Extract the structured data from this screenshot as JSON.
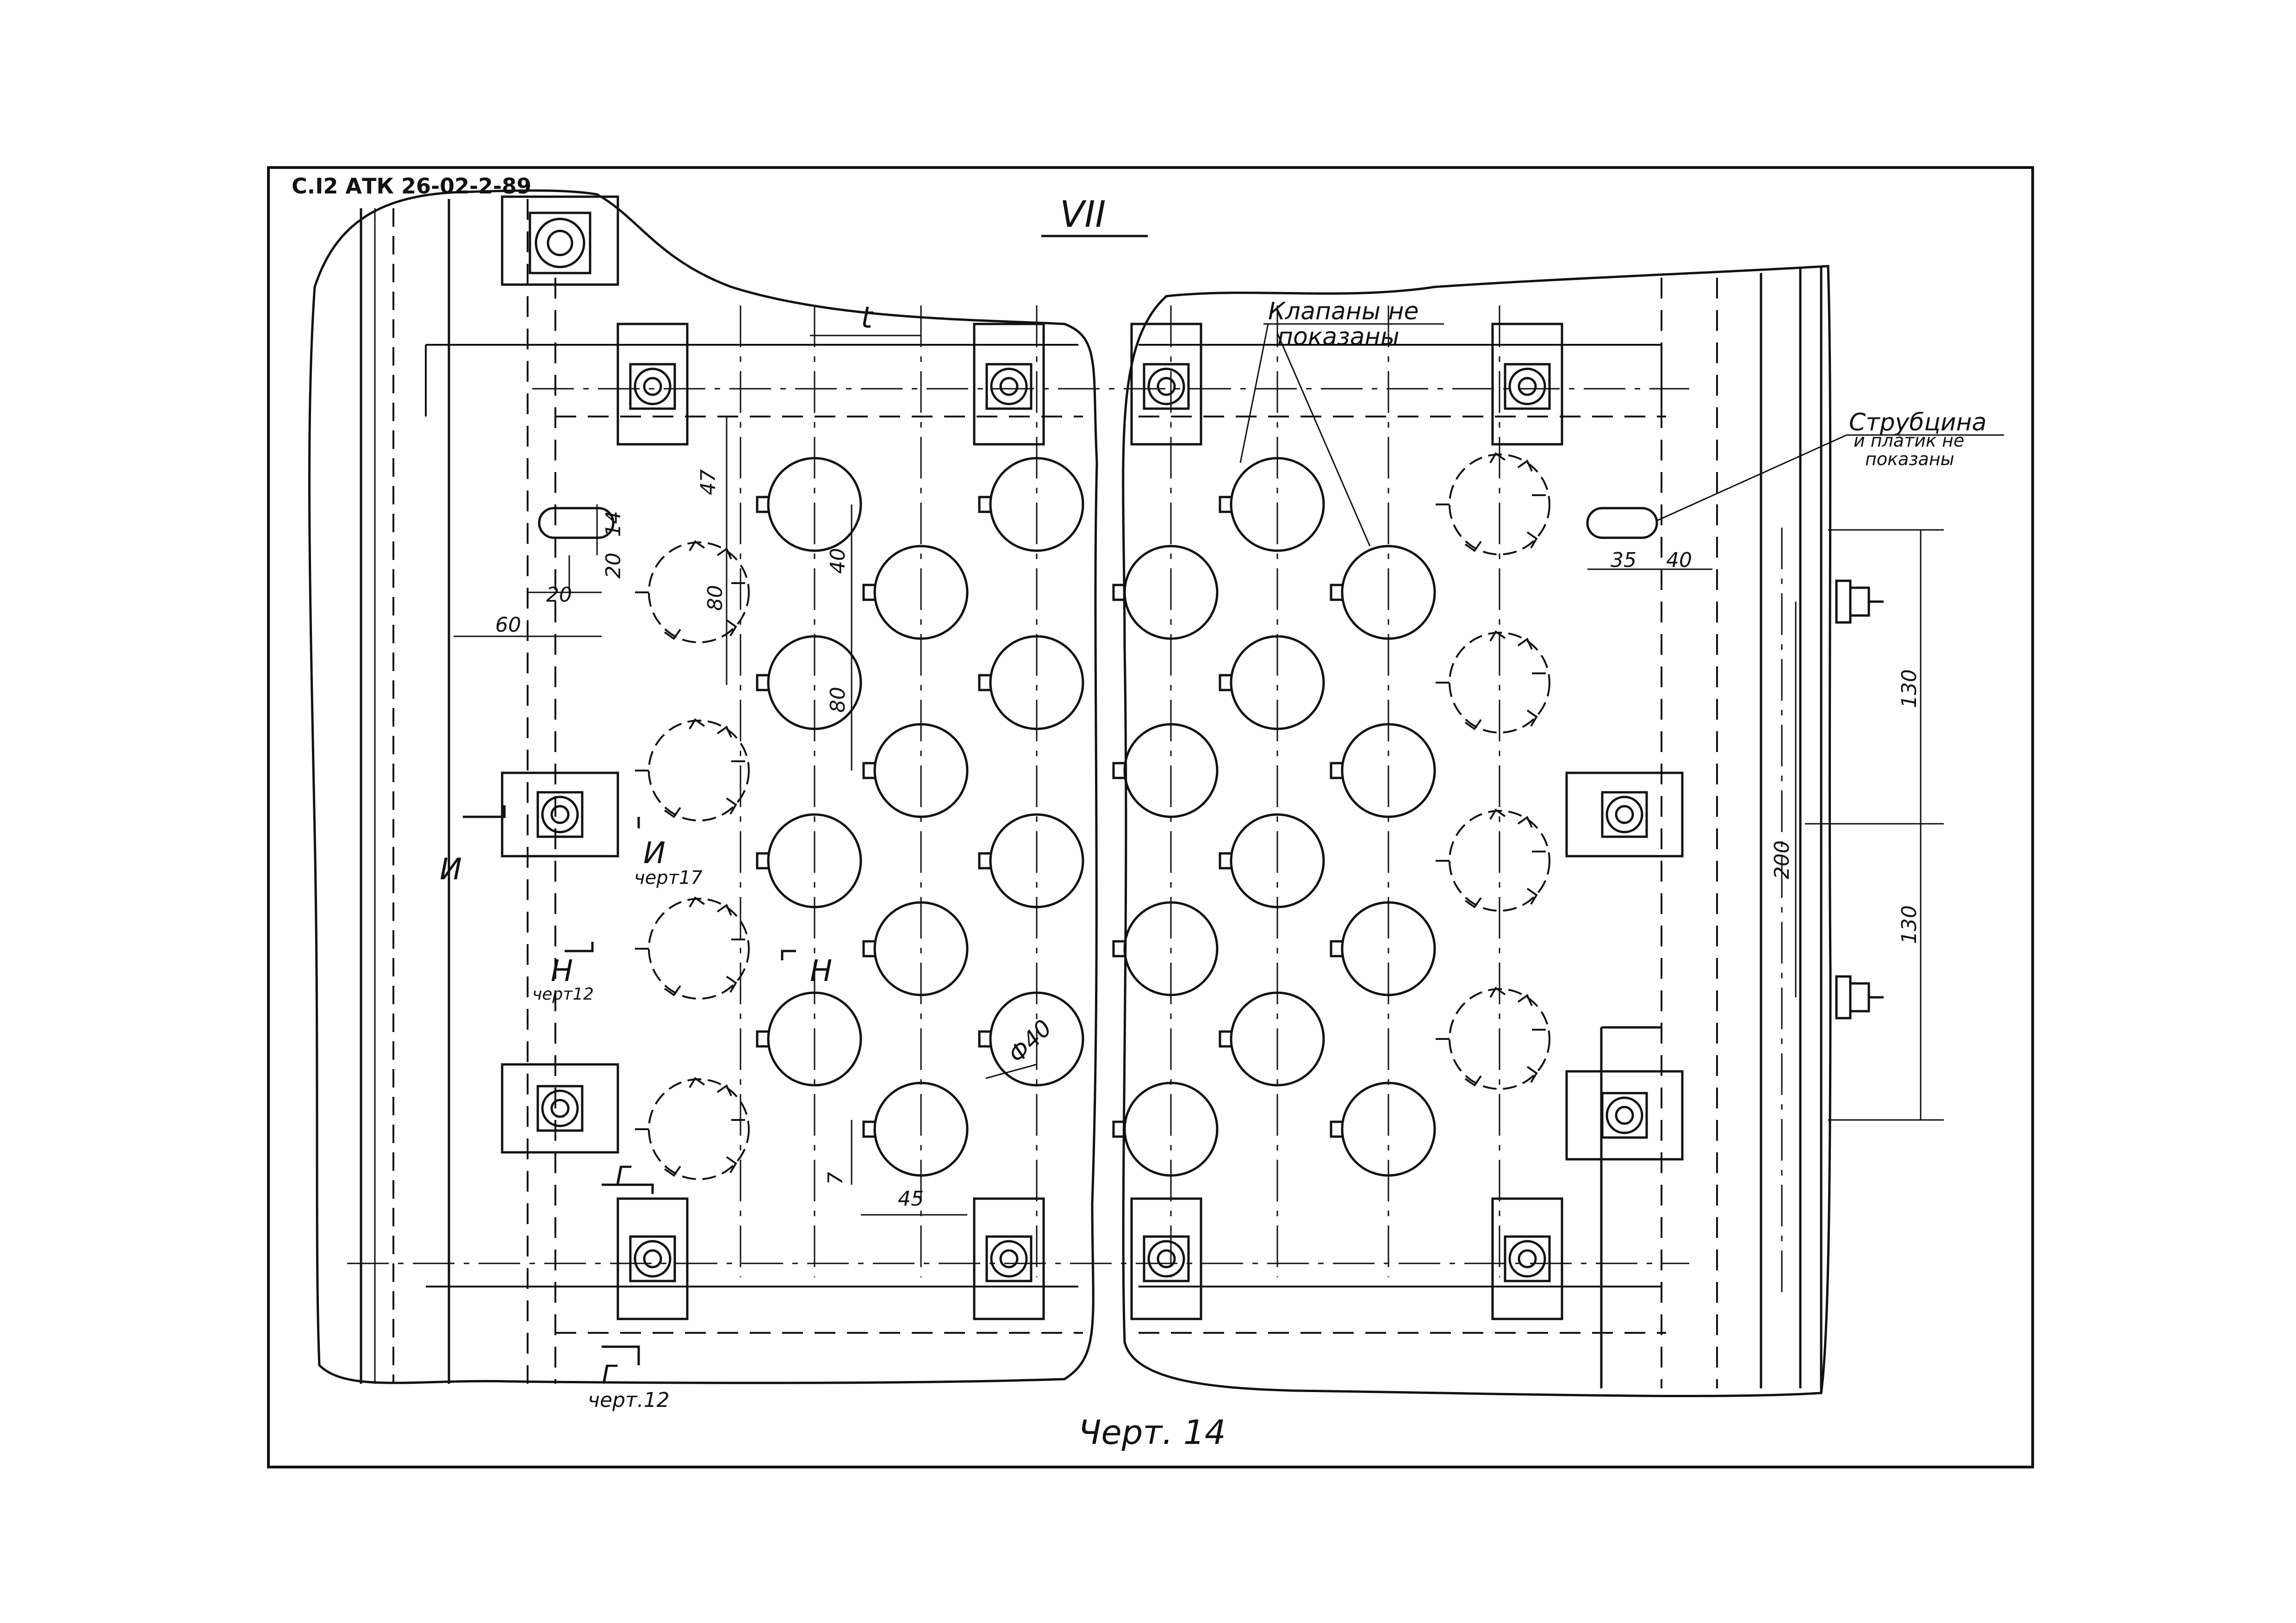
{
  "sheet": {
    "header_code": "С.I2  АТК 26-02-2-89",
    "view_label": "VII",
    "caption": "Черт. 14"
  },
  "notes": {
    "valves_line1": "Клапаны не",
    "valves_line2": "показаны",
    "clamp_line1": "Струбцина",
    "clamp_line2": "и платик не",
    "clamp_line3": "показаны"
  },
  "dimensions": {
    "pitch": "t",
    "d47": "47",
    "d14": "14",
    "d20v": "20",
    "d20h": "20",
    "d60": "60",
    "d80a": "80",
    "d40": "40",
    "d80b": "80",
    "d7": "7",
    "d45": "45",
    "dia40": "Ф40",
    "d35": "35",
    "d40r": "40",
    "d130a": "130",
    "d200": "200",
    "d130b": "130"
  },
  "sections": {
    "I_left": "И",
    "I_right": "И",
    "I_ref": "черт17",
    "N_left": "Н",
    "N_right": "Н",
    "N_ref": "черт12",
    "G_label": "Г",
    "G_lower": "Г",
    "G_ref": "черт.12"
  },
  "colors": {
    "ink": "#111111",
    "paper": "#ffffff"
  }
}
